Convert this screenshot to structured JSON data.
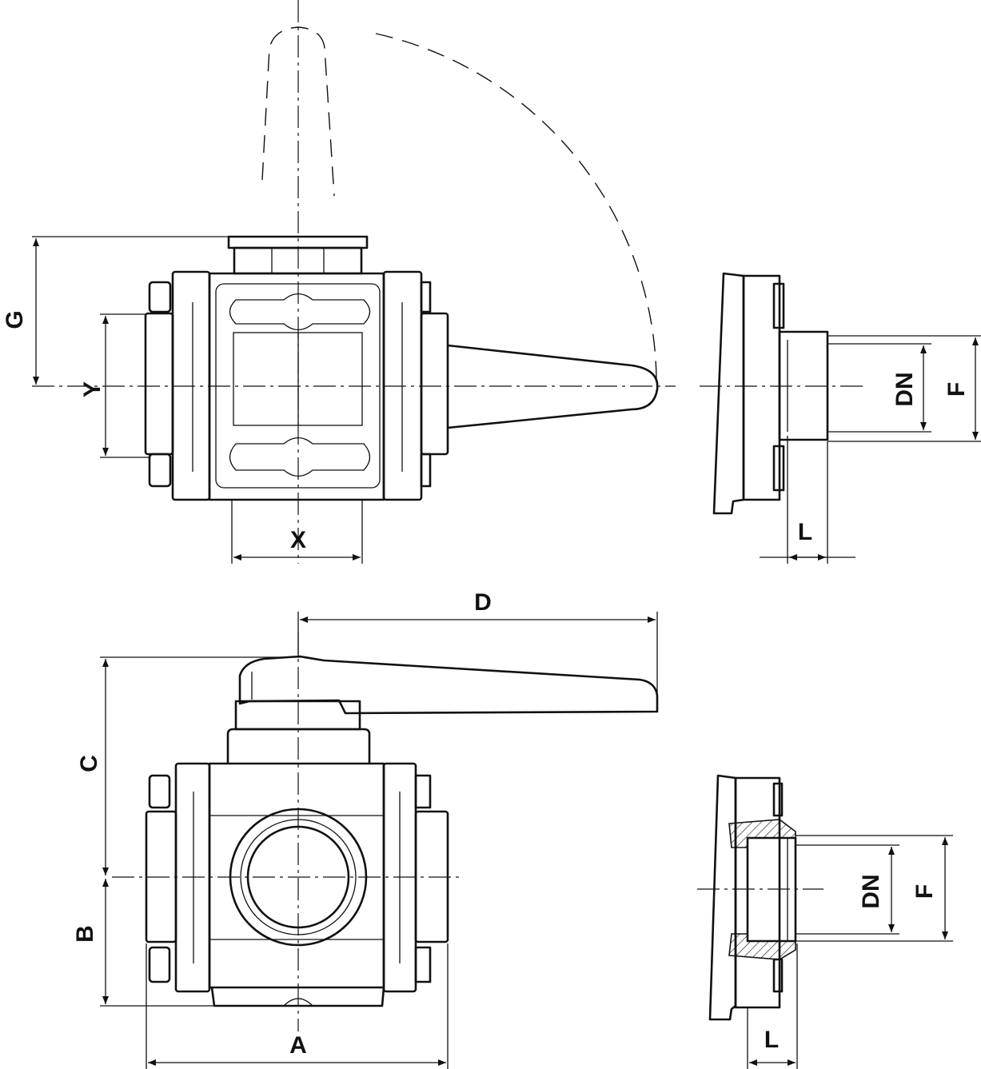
{
  "title": "3-way ball valve dimension drawing",
  "labels": {
    "top_view": {
      "G": "G",
      "Y": "Y",
      "X": "X"
    },
    "top_side_view": {
      "DN": "DN",
      "F": "F",
      "L": "L"
    },
    "front_view": {
      "D": "D",
      "C": "C",
      "B": "B",
      "A": "A"
    },
    "bottom_side_view": {
      "DN": "DN",
      "F": "F",
      "L": "L"
    }
  }
}
